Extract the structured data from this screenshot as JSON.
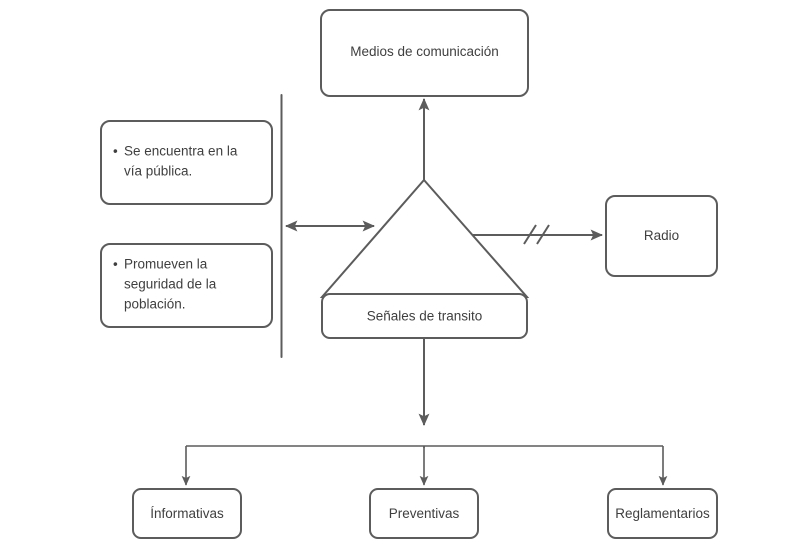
{
  "diagram": {
    "type": "concept-map",
    "language": "es",
    "background_color": "#ffffff",
    "stroke_color": "#5c5c5c",
    "text_color": "#3f3f3f",
    "nodes": {
      "top_box": {
        "label": "Medios de comunicación",
        "shape": "rounded-rect"
      },
      "center_triangle": {
        "label": "Señales de transito",
        "shape": "triangle-with-label-bar"
      },
      "right_box": {
        "label": "Radio",
        "shape": "rounded-rect"
      },
      "feature_box_1": {
        "bullet": "•",
        "line_1": "Se encuentra en la",
        "line_2": "vía pública.",
        "shape": "rounded-rect"
      },
      "feature_box_2": {
        "bullet": "•",
        "line_1": "Promueven la",
        "line_2": "seguridad de la",
        "line_3": "población.",
        "shape": "rounded-rect"
      },
      "category_1": {
        "label": "Ínformativas",
        "shape": "rounded-rect"
      },
      "category_2": {
        "label": "Preventivas",
        "shape": "rounded-rect"
      },
      "category_3": {
        "label": "Reglamentarios",
        "shape": "rounded-rect"
      }
    },
    "connectors": {
      "triangle_to_top": {
        "name": "arrow-up-to-medios",
        "direction": "up",
        "arrowheads": 1
      },
      "bracket_to_triangle": {
        "name": "double-arrow-features-to-triangle",
        "direction": "bidirectional",
        "arrowheads": 2
      },
      "triangle_to_radio": {
        "name": "arrow-right-to-radio",
        "direction": "right",
        "arrowheads": 1,
        "break_symbol": "//"
      },
      "triangle_to_categories": {
        "name": "arrow-down-to-categories",
        "direction": "down",
        "arrowheads": 4,
        "branches": 3
      },
      "feature_bracket": {
        "name": "feature-group-bracket",
        "style": "vertical-line"
      }
    }
  }
}
